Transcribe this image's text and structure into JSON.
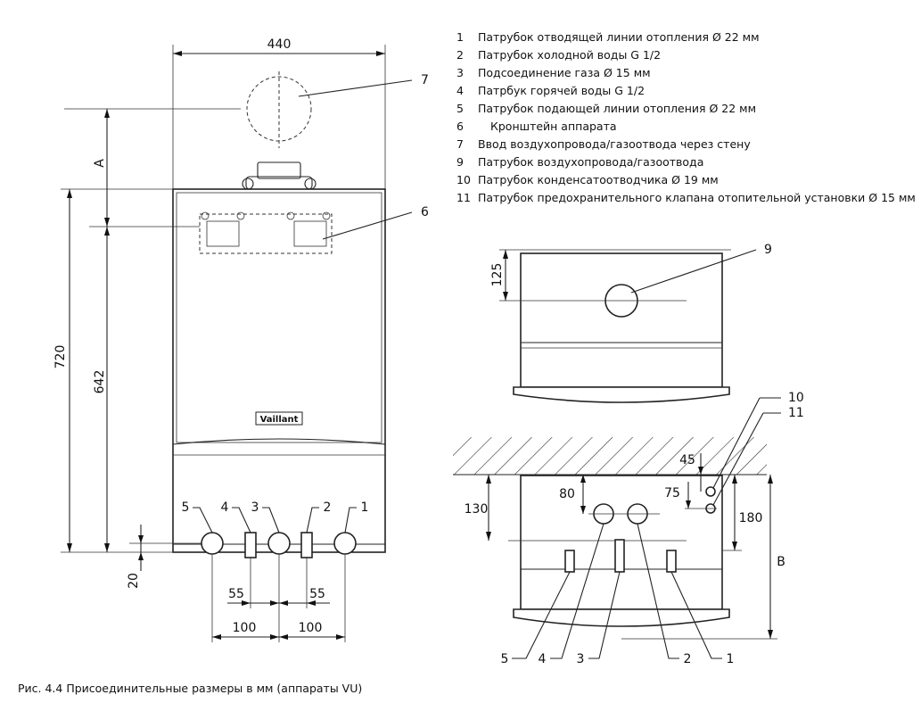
{
  "legend": [
    {
      "num": "1",
      "text": "Патрубок отводящей линии отопления Ø 22 мм"
    },
    {
      "num": "2",
      "text": "Патрубок холодной воды G 1/2"
    },
    {
      "num": "3",
      "text": "Подсоединение газа Ø 15 мм"
    },
    {
      "num": "4",
      "text": "Патрбук горячей воды G 1/2"
    },
    {
      "num": "5",
      "text": "Патрубок подающей линии отопления Ø 22 мм"
    },
    {
      "num": "6",
      "text": "Кронштейн аппарата"
    },
    {
      "num": "7",
      "text": "Ввод воздухопровода/газоотвода через стену"
    },
    {
      "num": "9",
      "text": "Патрубок воздухопровода/газоотвода"
    },
    {
      "num": "10",
      "text": "Патрубок конденсатоотводчика Ø 19 мм"
    },
    {
      "num": "11",
      "text": "Патрубок предохранительного клапана отопительной установки Ø 15 мм"
    }
  ],
  "front_view": {
    "width_dim": "440",
    "dim_a": "A",
    "height_total": "720",
    "height_bracket": "642",
    "bottom_offset": "20",
    "spacing_55_left": "55",
    "spacing_55_right": "55",
    "spacing_100_left": "100",
    "spacing_100_right": "100",
    "brand": "Vaillant",
    "callout_7": "7",
    "callout_6": "6",
    "pipe_labels": [
      "5",
      "4",
      "3",
      "2",
      "1"
    ]
  },
  "top_view": {
    "dim_125": "125",
    "callout_9": "9"
  },
  "bottom_view": {
    "callout_10": "10",
    "callout_11": "11",
    "dim_45": "45",
    "dim_75": "75",
    "dim_80": "80",
    "dim_130": "130",
    "dim_180": "180",
    "dim_b": "B",
    "pipe_labels": [
      "5",
      "4",
      "3",
      "2",
      "1"
    ]
  },
  "caption": "Рис. 4.4 Присоединительные размеры в мм (аппараты VU)"
}
